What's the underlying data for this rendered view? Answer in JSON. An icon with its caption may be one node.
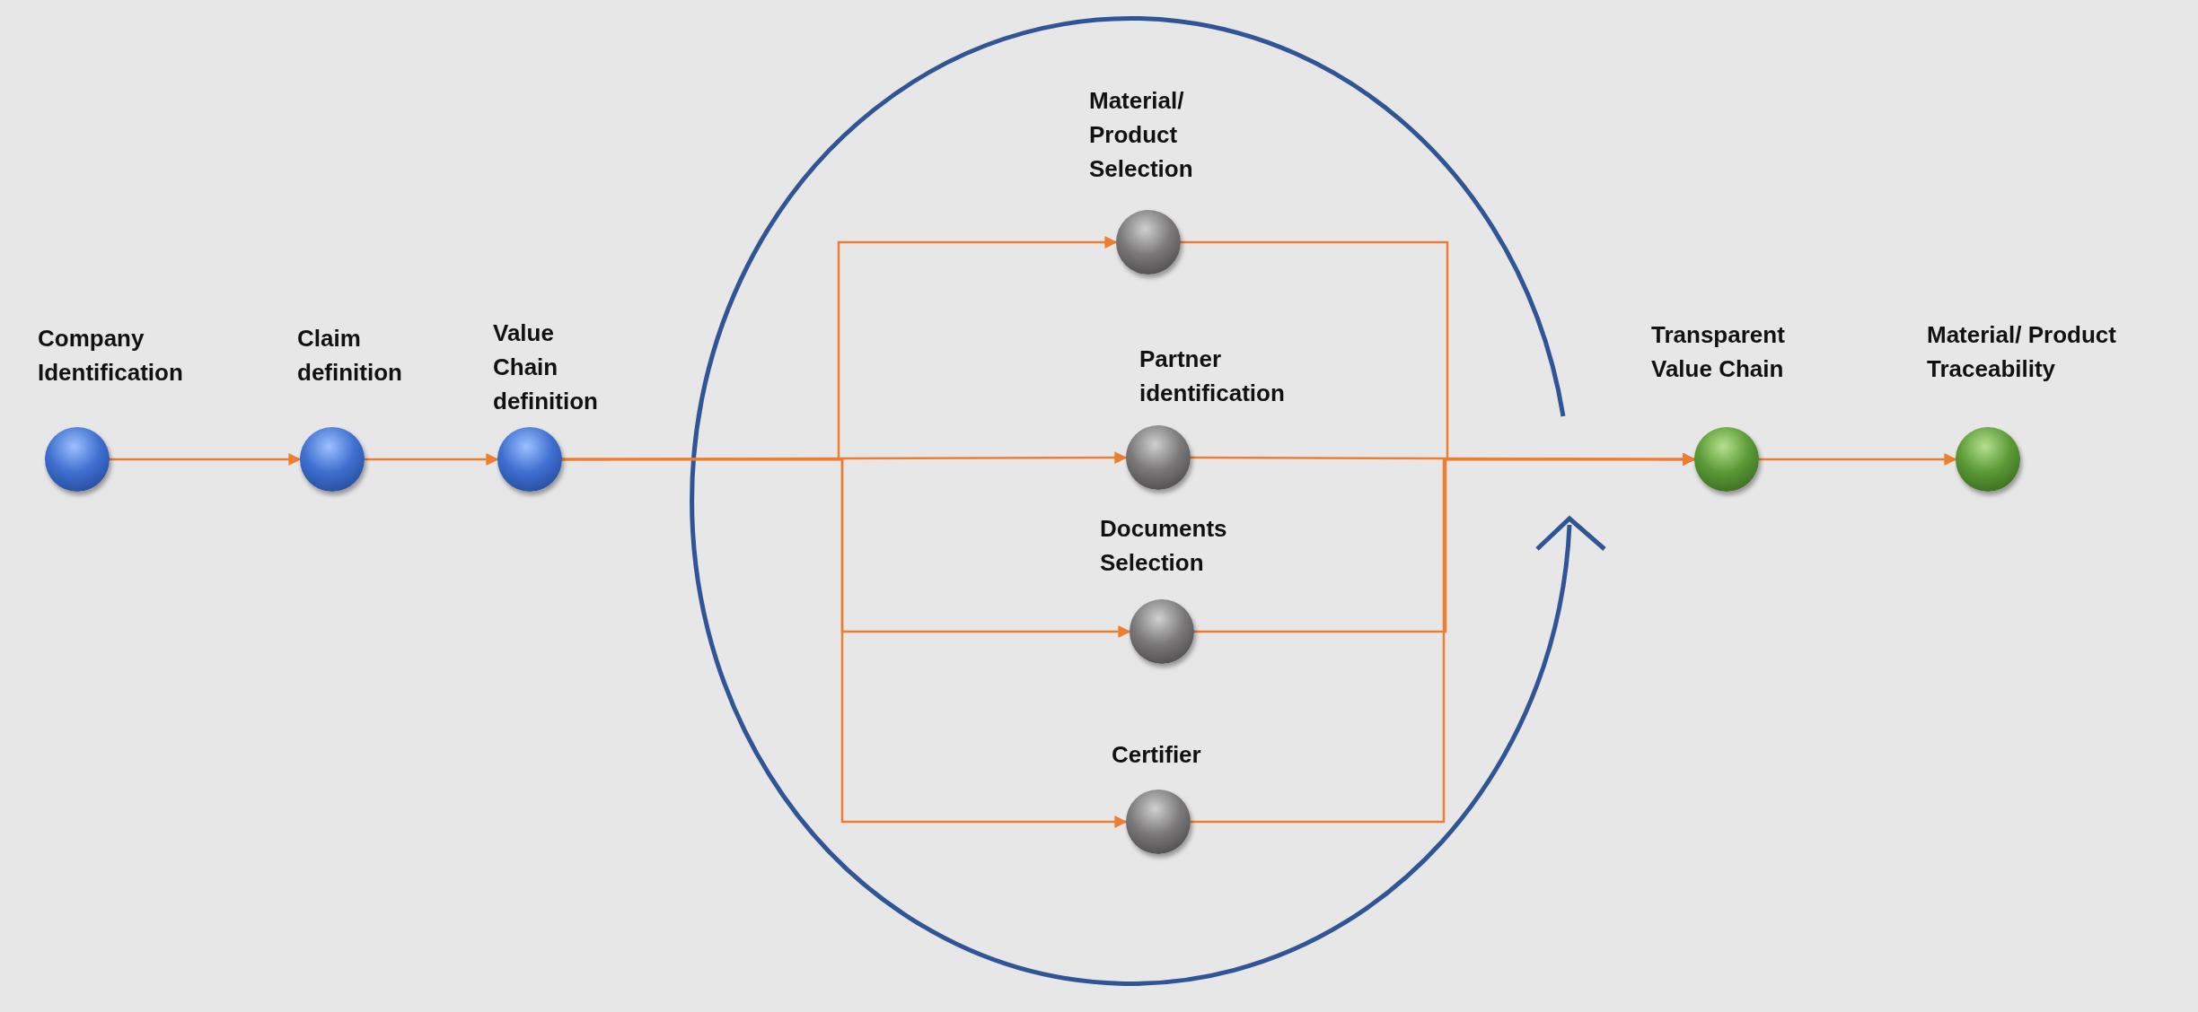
{
  "diagram": {
    "nodes": [
      {
        "text": [
          "Company Identification"
        ]
      },
      {
        "text": [
          "Claim definition"
        ]
      },
      {
        "text": [
          "Value Chain definition"
        ]
      },
      {
        "text": [
          "Material/ Product Selection"
        ]
      },
      {
        "text": [
          "Partner identification"
        ]
      },
      {
        "text": [
          "Documents Selection"
        ]
      },
      {
        "text": [
          "Certifier"
        ]
      },
      {
        "text": [
          "Transparent Value Chain"
        ]
      },
      {
        "text": [
          "Material/ Product Traceability"
        ]
      }
    ],
    "edges": [
      {
        "from": 0,
        "to": 1,
        "arrow": "to"
      },
      {
        "from": 1,
        "to": 2,
        "arrow": "to"
      },
      {
        "from": 2,
        "to": 3,
        "arrow": "to"
      },
      {
        "from": 2,
        "to": 4,
        "arrow": "to"
      },
      {
        "from": 2,
        "to": 5,
        "arrow": "to"
      },
      {
        "from": 2,
        "to": 6,
        "arrow": "to"
      },
      {
        "from": 3,
        "to": 7,
        "arrow": "to"
      },
      {
        "from": 4,
        "to": 7,
        "arrow": "to"
      },
      {
        "from": 5,
        "to": 7,
        "arrow": "to"
      },
      {
        "from": 6,
        "to": 7,
        "arrow": "to"
      },
      {
        "from": 7,
        "to": 8,
        "arrow": "to"
      }
    ]
  }
}
